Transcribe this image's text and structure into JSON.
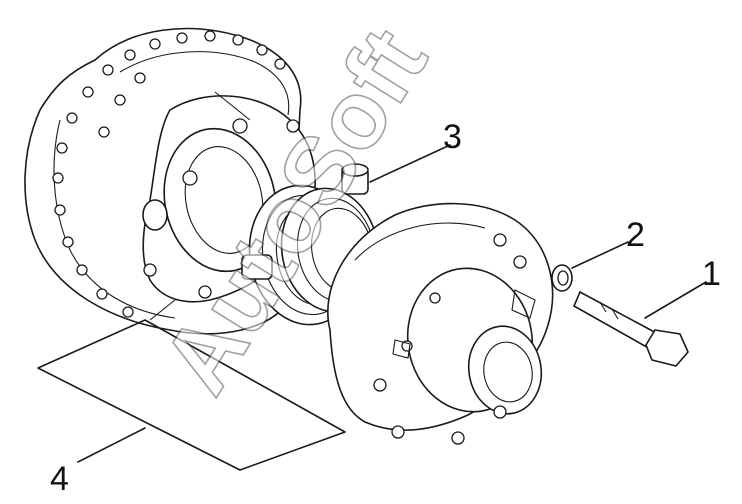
{
  "diagram": {
    "callouts": [
      {
        "id": "1",
        "label": "1"
      },
      {
        "id": "2",
        "label": "2"
      },
      {
        "id": "3",
        "label": "3"
      },
      {
        "id": "4",
        "label": "4"
      }
    ],
    "watermark": "AutoSoft",
    "colors": {
      "line": "#1a1a1a",
      "background": "#ffffff",
      "watermark": "#555555"
    }
  }
}
